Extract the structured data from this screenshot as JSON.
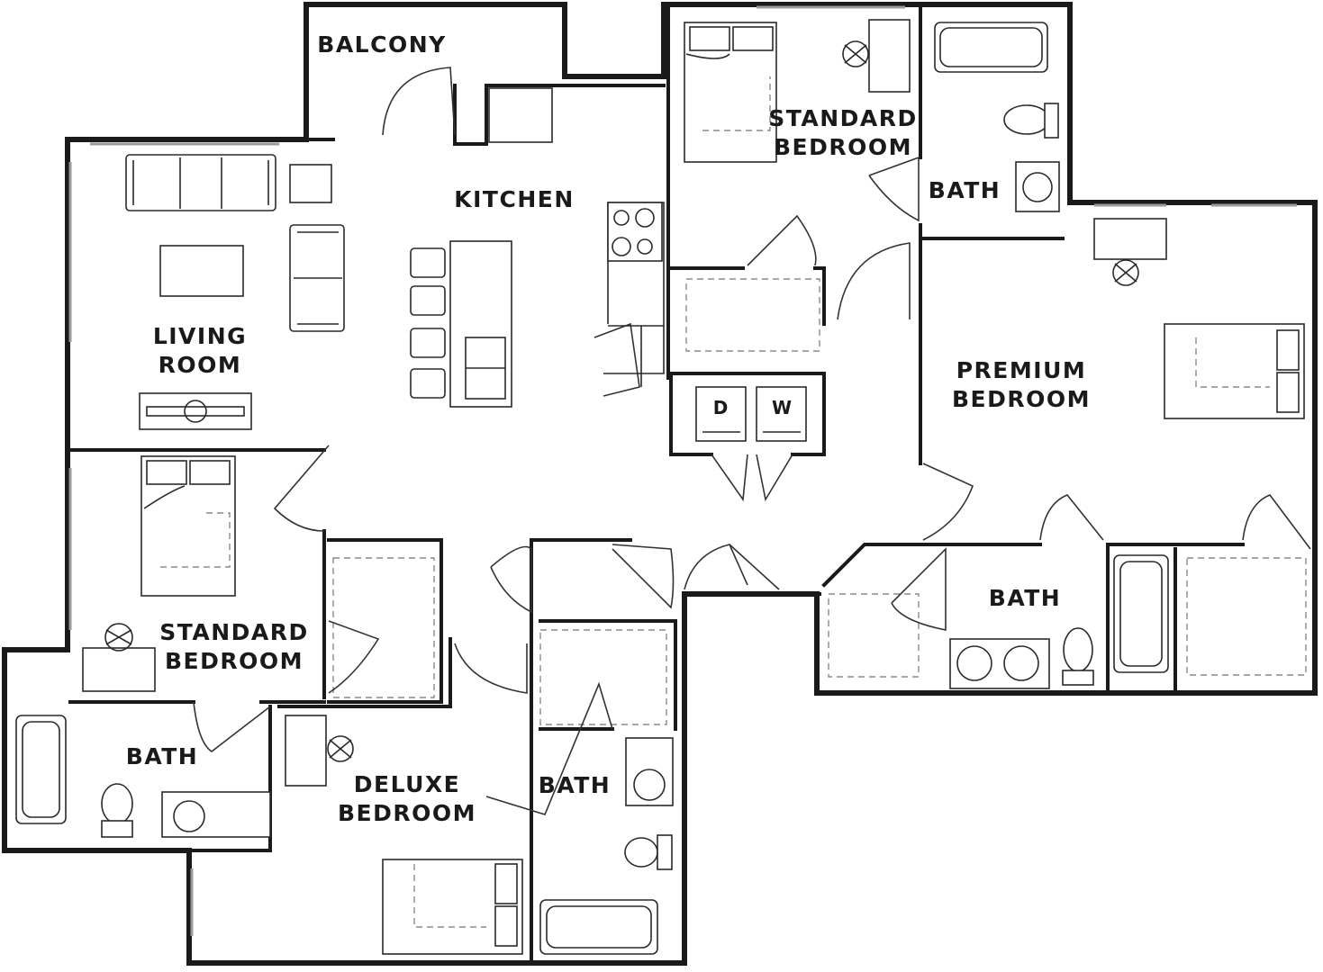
{
  "rooms": {
    "balcony": [
      "BALCONY"
    ],
    "kitchen": [
      "KITCHEN"
    ],
    "living_room": [
      "LIVING",
      "ROOM"
    ],
    "standard_bedroom_top": [
      "STANDARD",
      "BEDROOM"
    ],
    "bath_top": [
      "BATH"
    ],
    "premium_bedroom": [
      "PREMIUM",
      "BEDROOM"
    ],
    "bath_premium": [
      "BATH"
    ],
    "standard_bedroom_left": [
      "STANDARD",
      "BEDROOM"
    ],
    "bath_left": [
      "BATH"
    ],
    "deluxe_bedroom": [
      "DELUXE",
      "BEDROOM"
    ],
    "bath_deluxe": [
      "BATH"
    ]
  },
  "appliances": {
    "dryer": "D",
    "washer": "W"
  },
  "colors": {
    "wall": "#1a1a1a",
    "fixture": "#2a2a2a",
    "closet_dash": "#8a8a8a",
    "background": "#ffffff"
  }
}
